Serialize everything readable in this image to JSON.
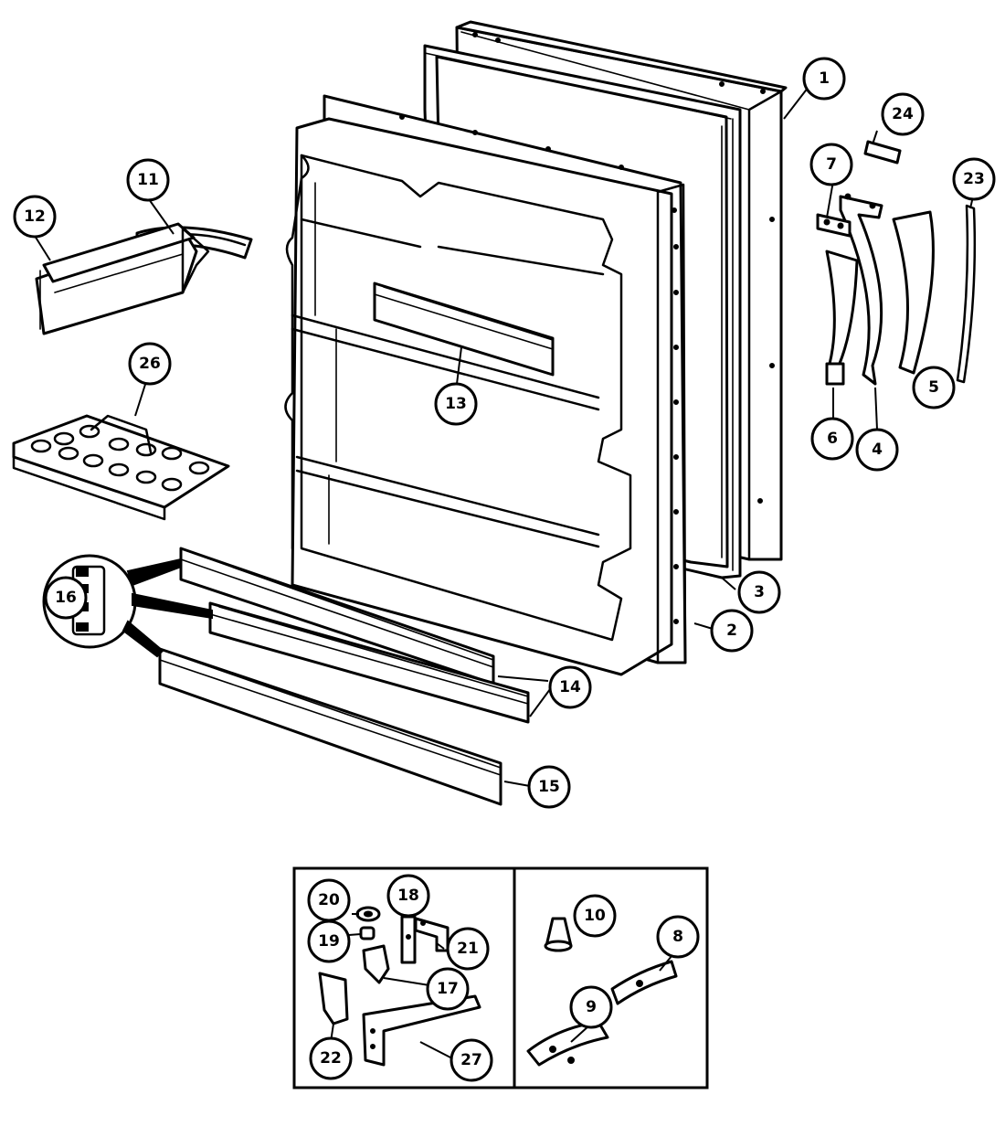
{
  "callouts": {
    "c1": "1",
    "c2": "2",
    "c3": "3",
    "c4": "4",
    "c5": "5",
    "c6": "6",
    "c7": "7",
    "c8": "8",
    "c9": "9",
    "c10": "10",
    "c11": "11",
    "c12": "12",
    "c13": "13",
    "c14": "14",
    "c15": "15",
    "c16": "16",
    "c17": "17",
    "c18": "18",
    "c19": "19",
    "c20": "20",
    "c21": "21",
    "c22": "22",
    "c23": "23",
    "c24": "24",
    "c26": "26",
    "c27": "27"
  }
}
